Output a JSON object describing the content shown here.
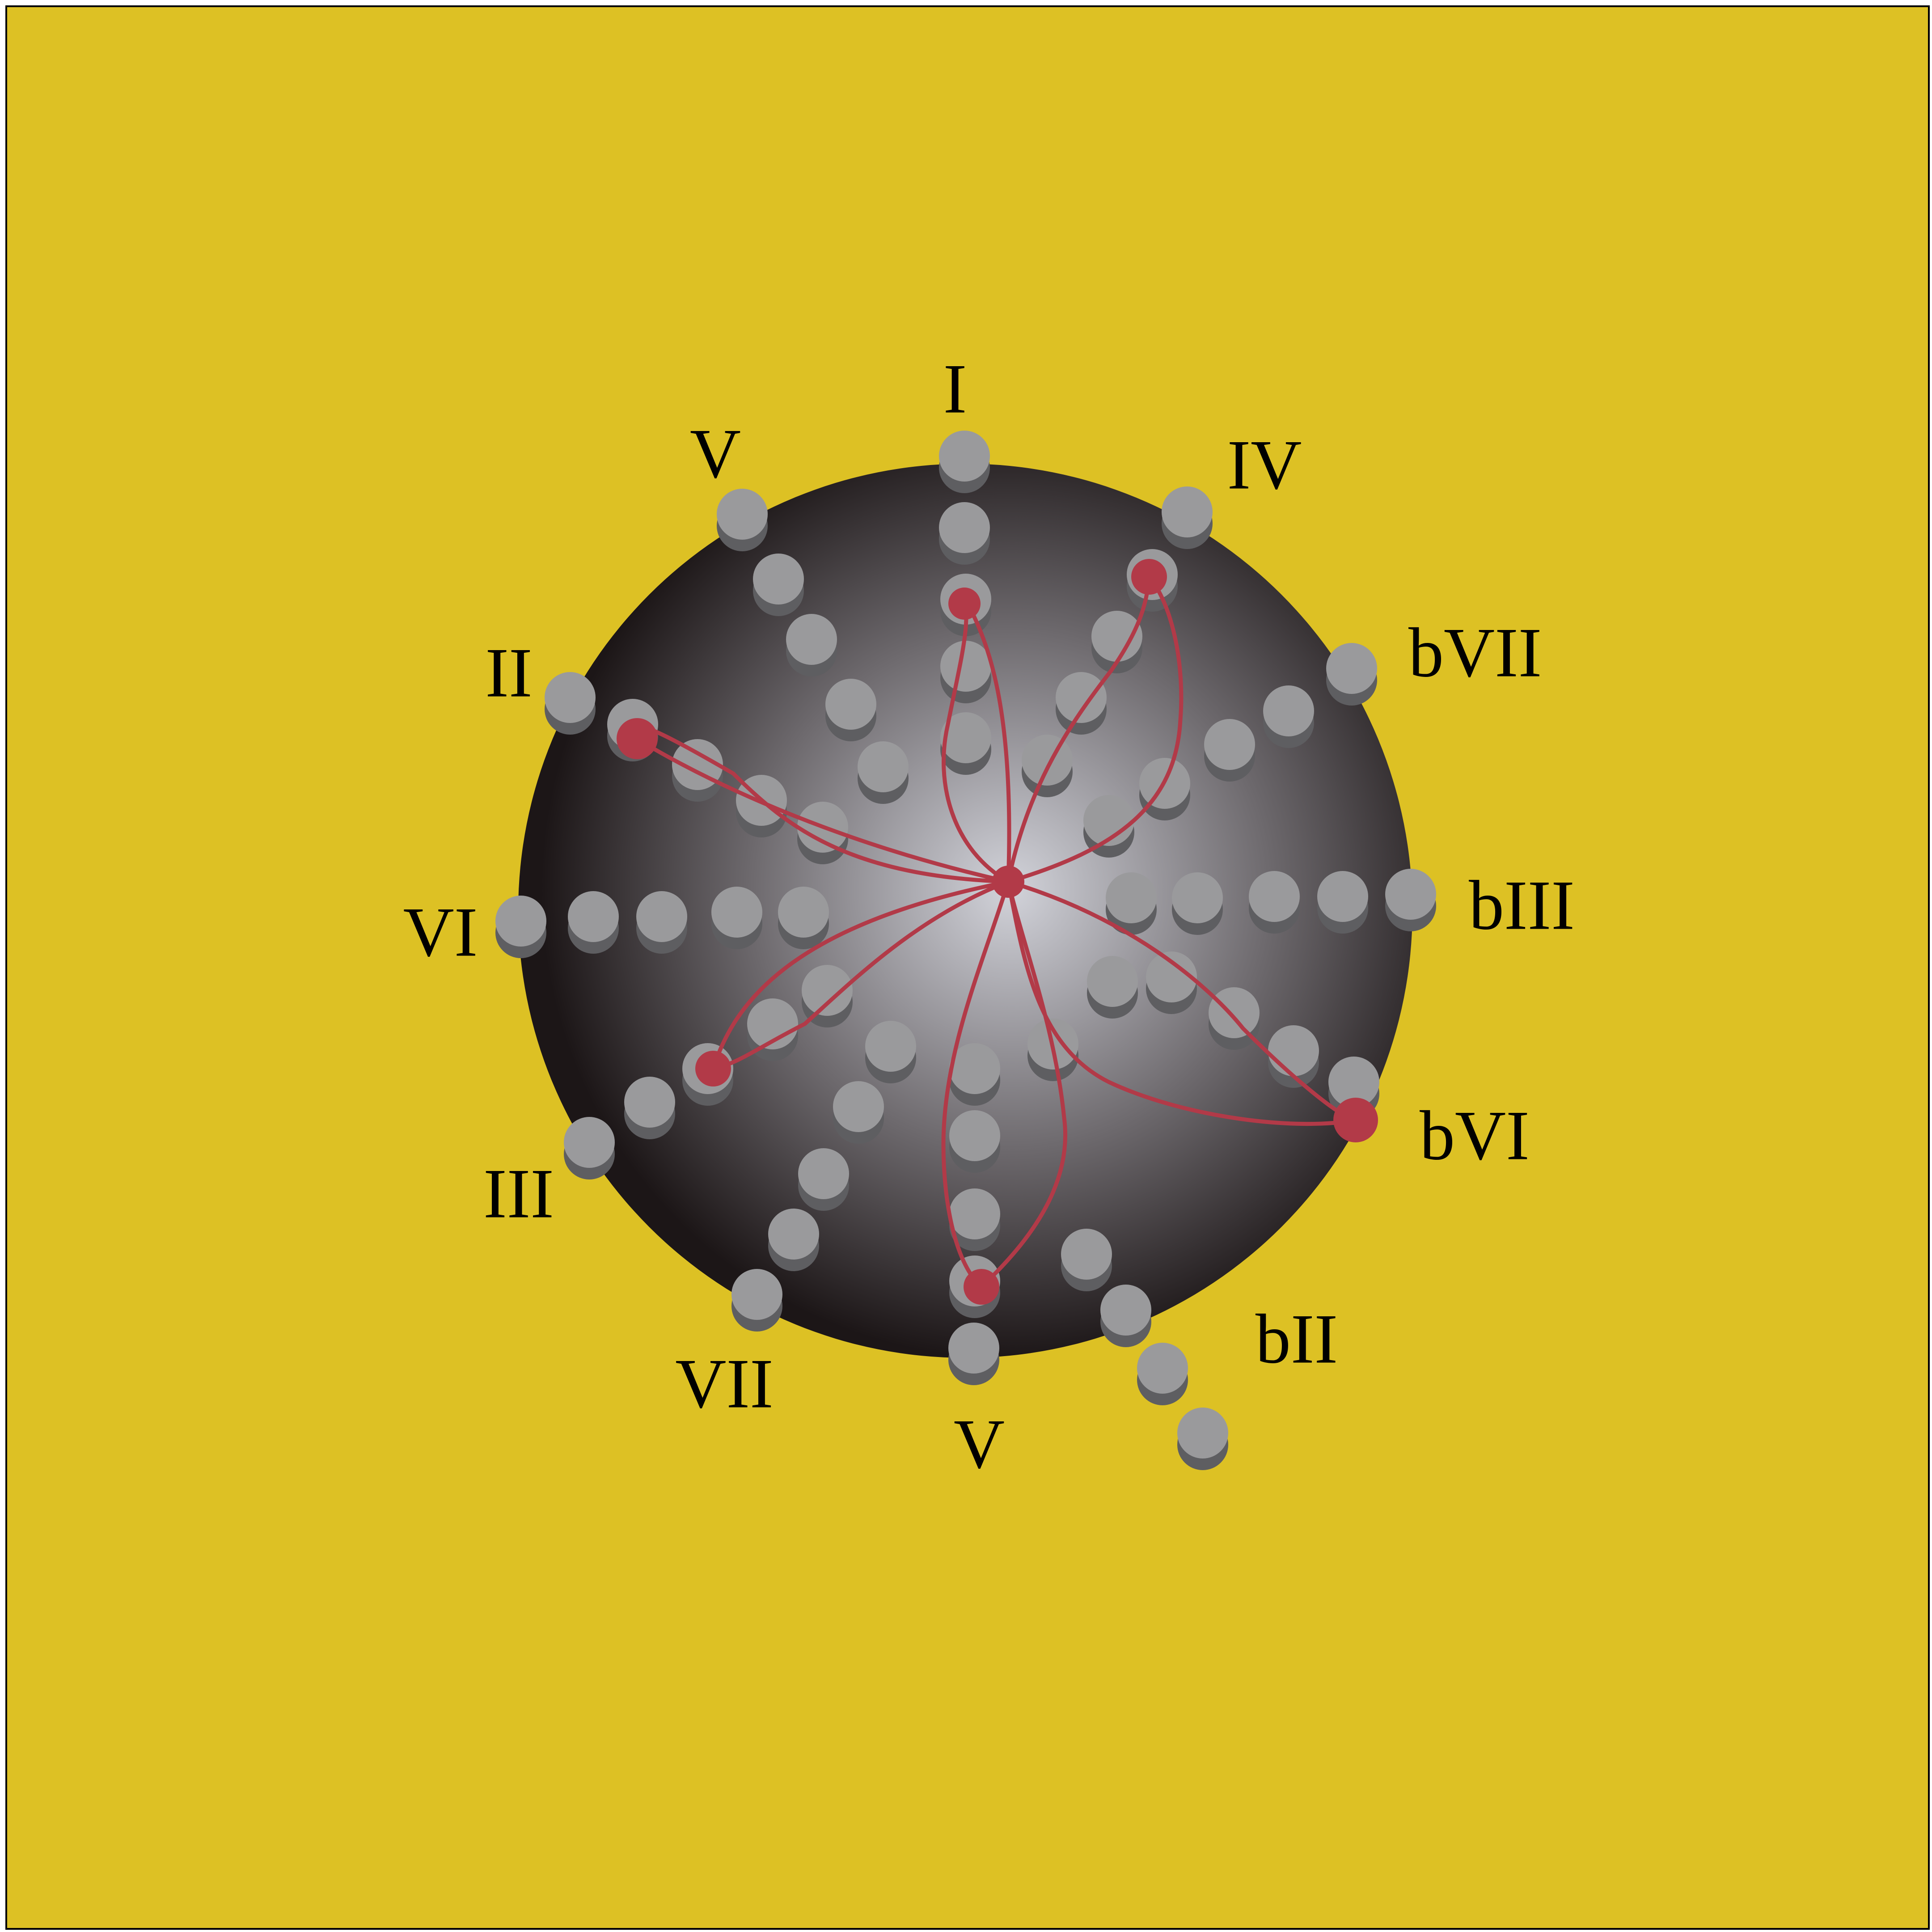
{
  "colors": {
    "background": "#DDC124",
    "frame": "#000000",
    "sphere_light": "#D2D3DA",
    "sphere_dark": "#1C1617",
    "peg_top": "#9A9A9C",
    "peg_side": "#5E5E61",
    "route": "#B23A48",
    "label": "#000000"
  },
  "spokes": [
    {
      "label": "I"
    },
    {
      "label": "IV"
    },
    {
      "label": "bVII"
    },
    {
      "label": "bIII"
    },
    {
      "label": "bVI"
    },
    {
      "label": "bII"
    },
    {
      "label": "V"
    },
    {
      "label": "VII"
    },
    {
      "label": "III"
    },
    {
      "label": "VI"
    },
    {
      "label": "II"
    },
    {
      "label": "V"
    }
  ]
}
